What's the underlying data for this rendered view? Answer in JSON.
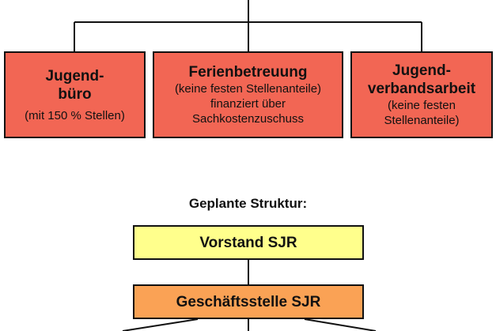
{
  "old_structure": {
    "jugendbuero": {
      "title_line1": "Jugend-",
      "title_line2": "büro",
      "note": "(mit 150 % Stellen)"
    },
    "ferienbetreuung": {
      "title": "Ferienbetreuung",
      "note_line1": "(keine festen Stellenanteile)",
      "note_line2": "finanziert über",
      "note_line3": "Sachkostenzuschuss"
    },
    "jugendverbandsarbeit": {
      "title_line1": "Jugend-",
      "title_line2": "verbandsarbeit",
      "note_line1": "(keine festen",
      "note_line2": "Stellenanteile)"
    }
  },
  "planned_structure": {
    "heading": "Geplante Struktur:",
    "vorstand": "Vorstand SJR",
    "geschaeftsstelle": "Geschäftsstelle SJR"
  },
  "colors": {
    "red_box": "#f26654",
    "yellow_box": "#ffff8c",
    "orange_box": "#faa255",
    "line": "#111111"
  }
}
